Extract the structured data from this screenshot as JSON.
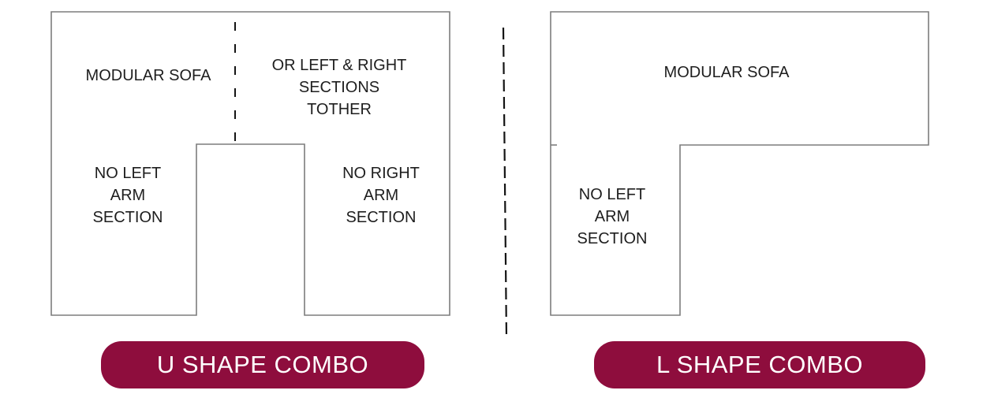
{
  "colors": {
    "accent": "#8E0D3D",
    "outline": "#7d7d7d",
    "dash": "#141414",
    "text": "#1e1e1e"
  },
  "left_panel": {
    "shape": "u-shape",
    "labels": {
      "modular_sofa": "MODULAR SOFA",
      "or_sections": [
        "OR LEFT & RIGHT",
        "SECTIONS",
        "TOTHER"
      ],
      "no_left": [
        "NO LEFT",
        "ARM",
        "SECTION"
      ],
      "no_right": [
        "NO RIGHT",
        "ARM",
        "SECTION"
      ]
    },
    "button_label": "U SHAPE COMBO"
  },
  "right_panel": {
    "shape": "l-shape",
    "labels": {
      "modular_sofa": "MODULAR SOFA",
      "no_left": [
        "NO LEFT",
        "ARM",
        "SECTION"
      ]
    },
    "button_label": "L SHAPE COMBO"
  }
}
